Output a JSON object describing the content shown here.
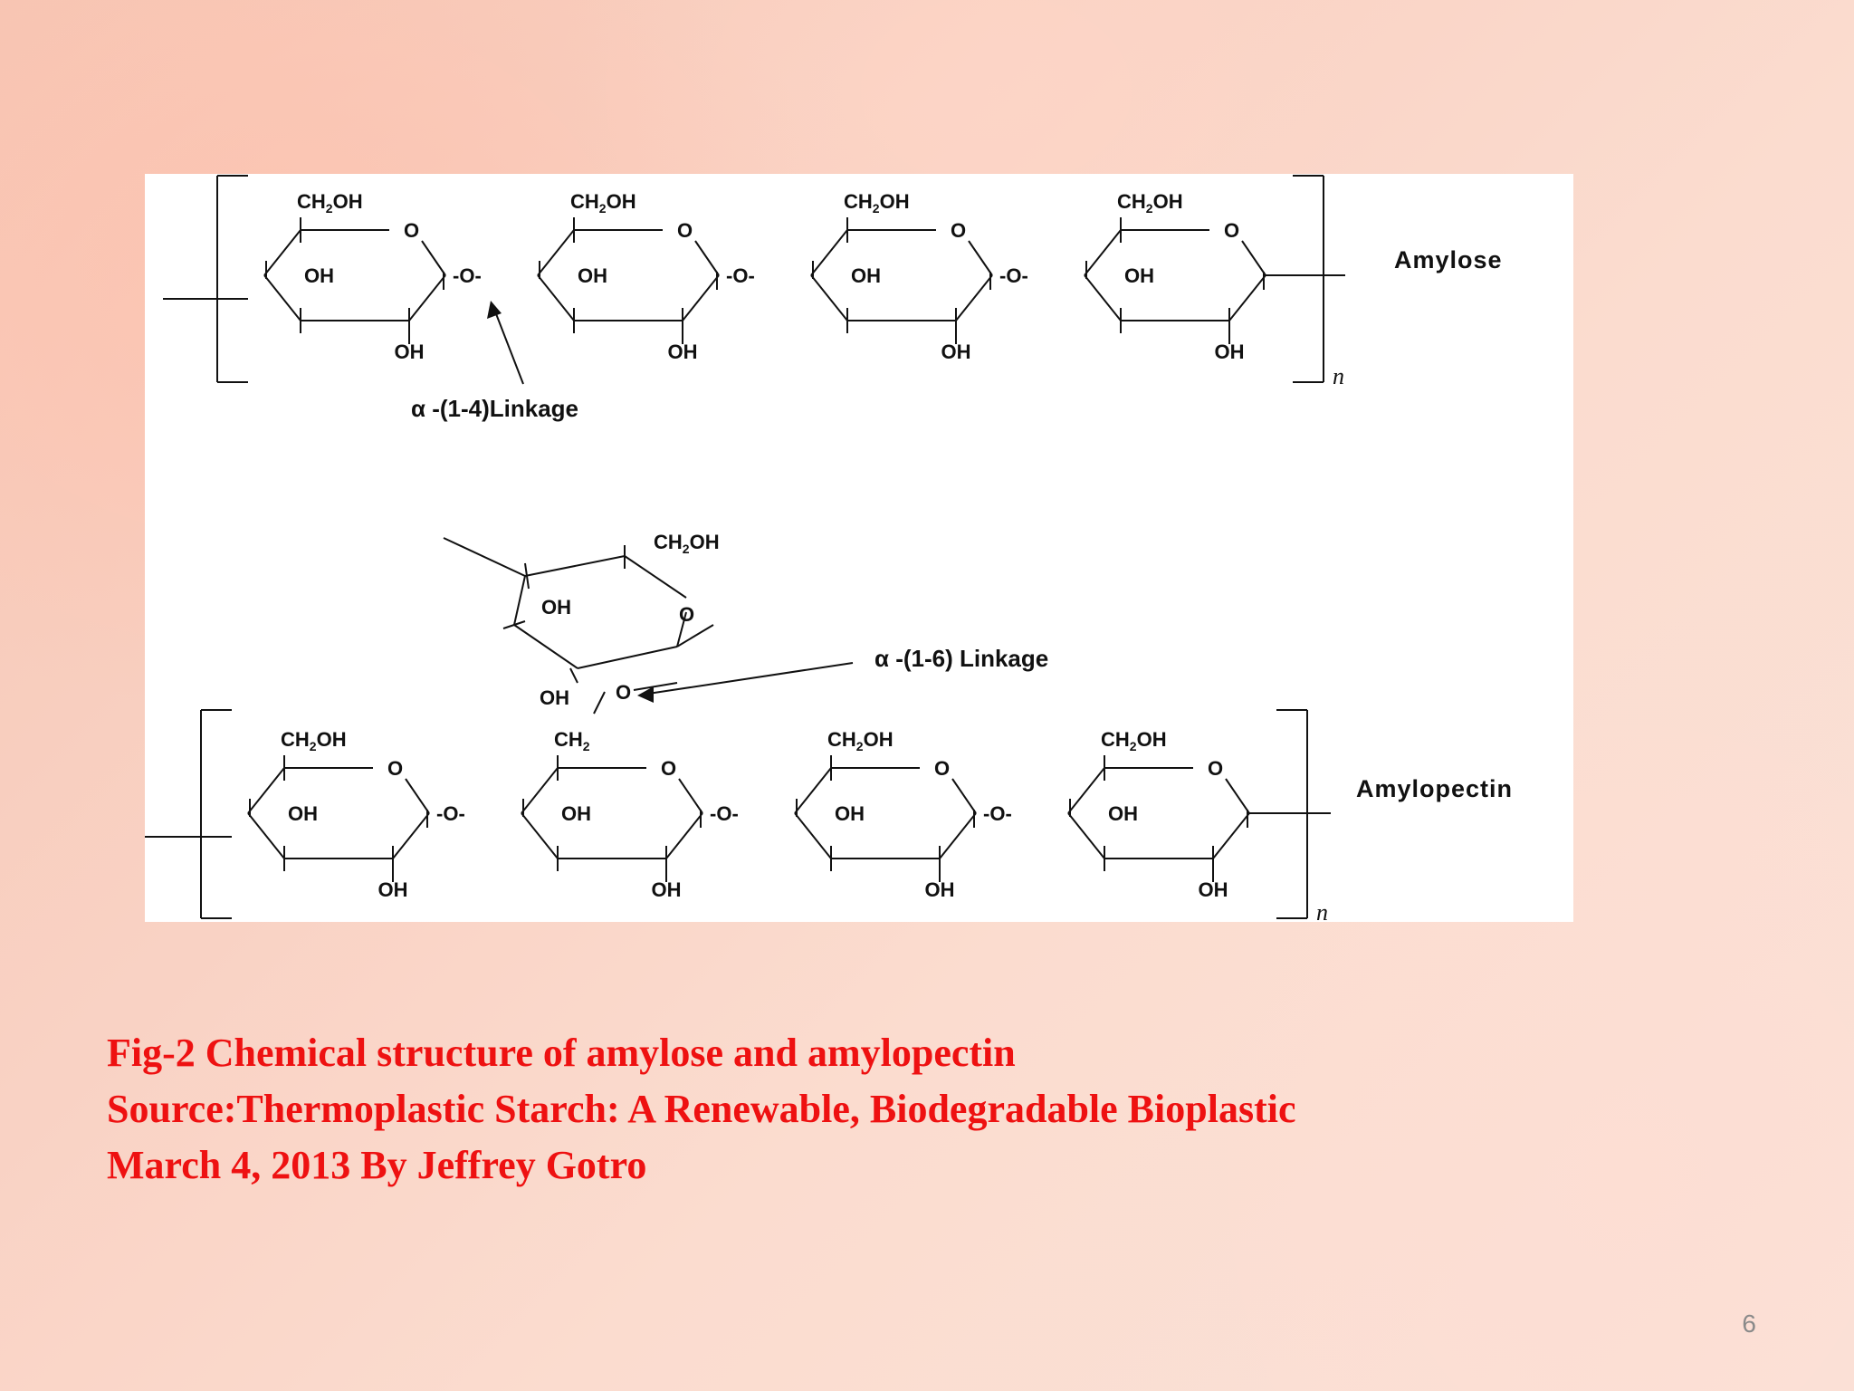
{
  "figure": {
    "amylose": {
      "name": "Amylose",
      "ring_labels": {
        "ch2oh": "CH2OH",
        "oh": "OH",
        "ring_o": "O",
        "bridge_o": "-O-"
      },
      "repeat_subscript": "n",
      "linkage_label": "α -(1-4)Linkage"
    },
    "amylopectin": {
      "name": "Amylopectin",
      "ring_labels": {
        "ch2oh": "CH2OH",
        "ch2": "CH2",
        "oh": "OH",
        "ring_o": "O",
        "bridge_o": "-O-"
      },
      "repeat_subscript": "n",
      "linkage_label": "α -(1-6) Linkage"
    }
  },
  "caption": {
    "line1": "Fig-2 Chemical structure of amylose and amylopectin",
    "line2": "Source:Thermoplastic Starch: A Renewable, Biodegradable Bioplastic",
    "line3": "March 4, 2013 By Jeffrey Gotro"
  },
  "slide_number": "6",
  "colors": {
    "caption": "#ee1111",
    "panel": "#ffffff"
  }
}
